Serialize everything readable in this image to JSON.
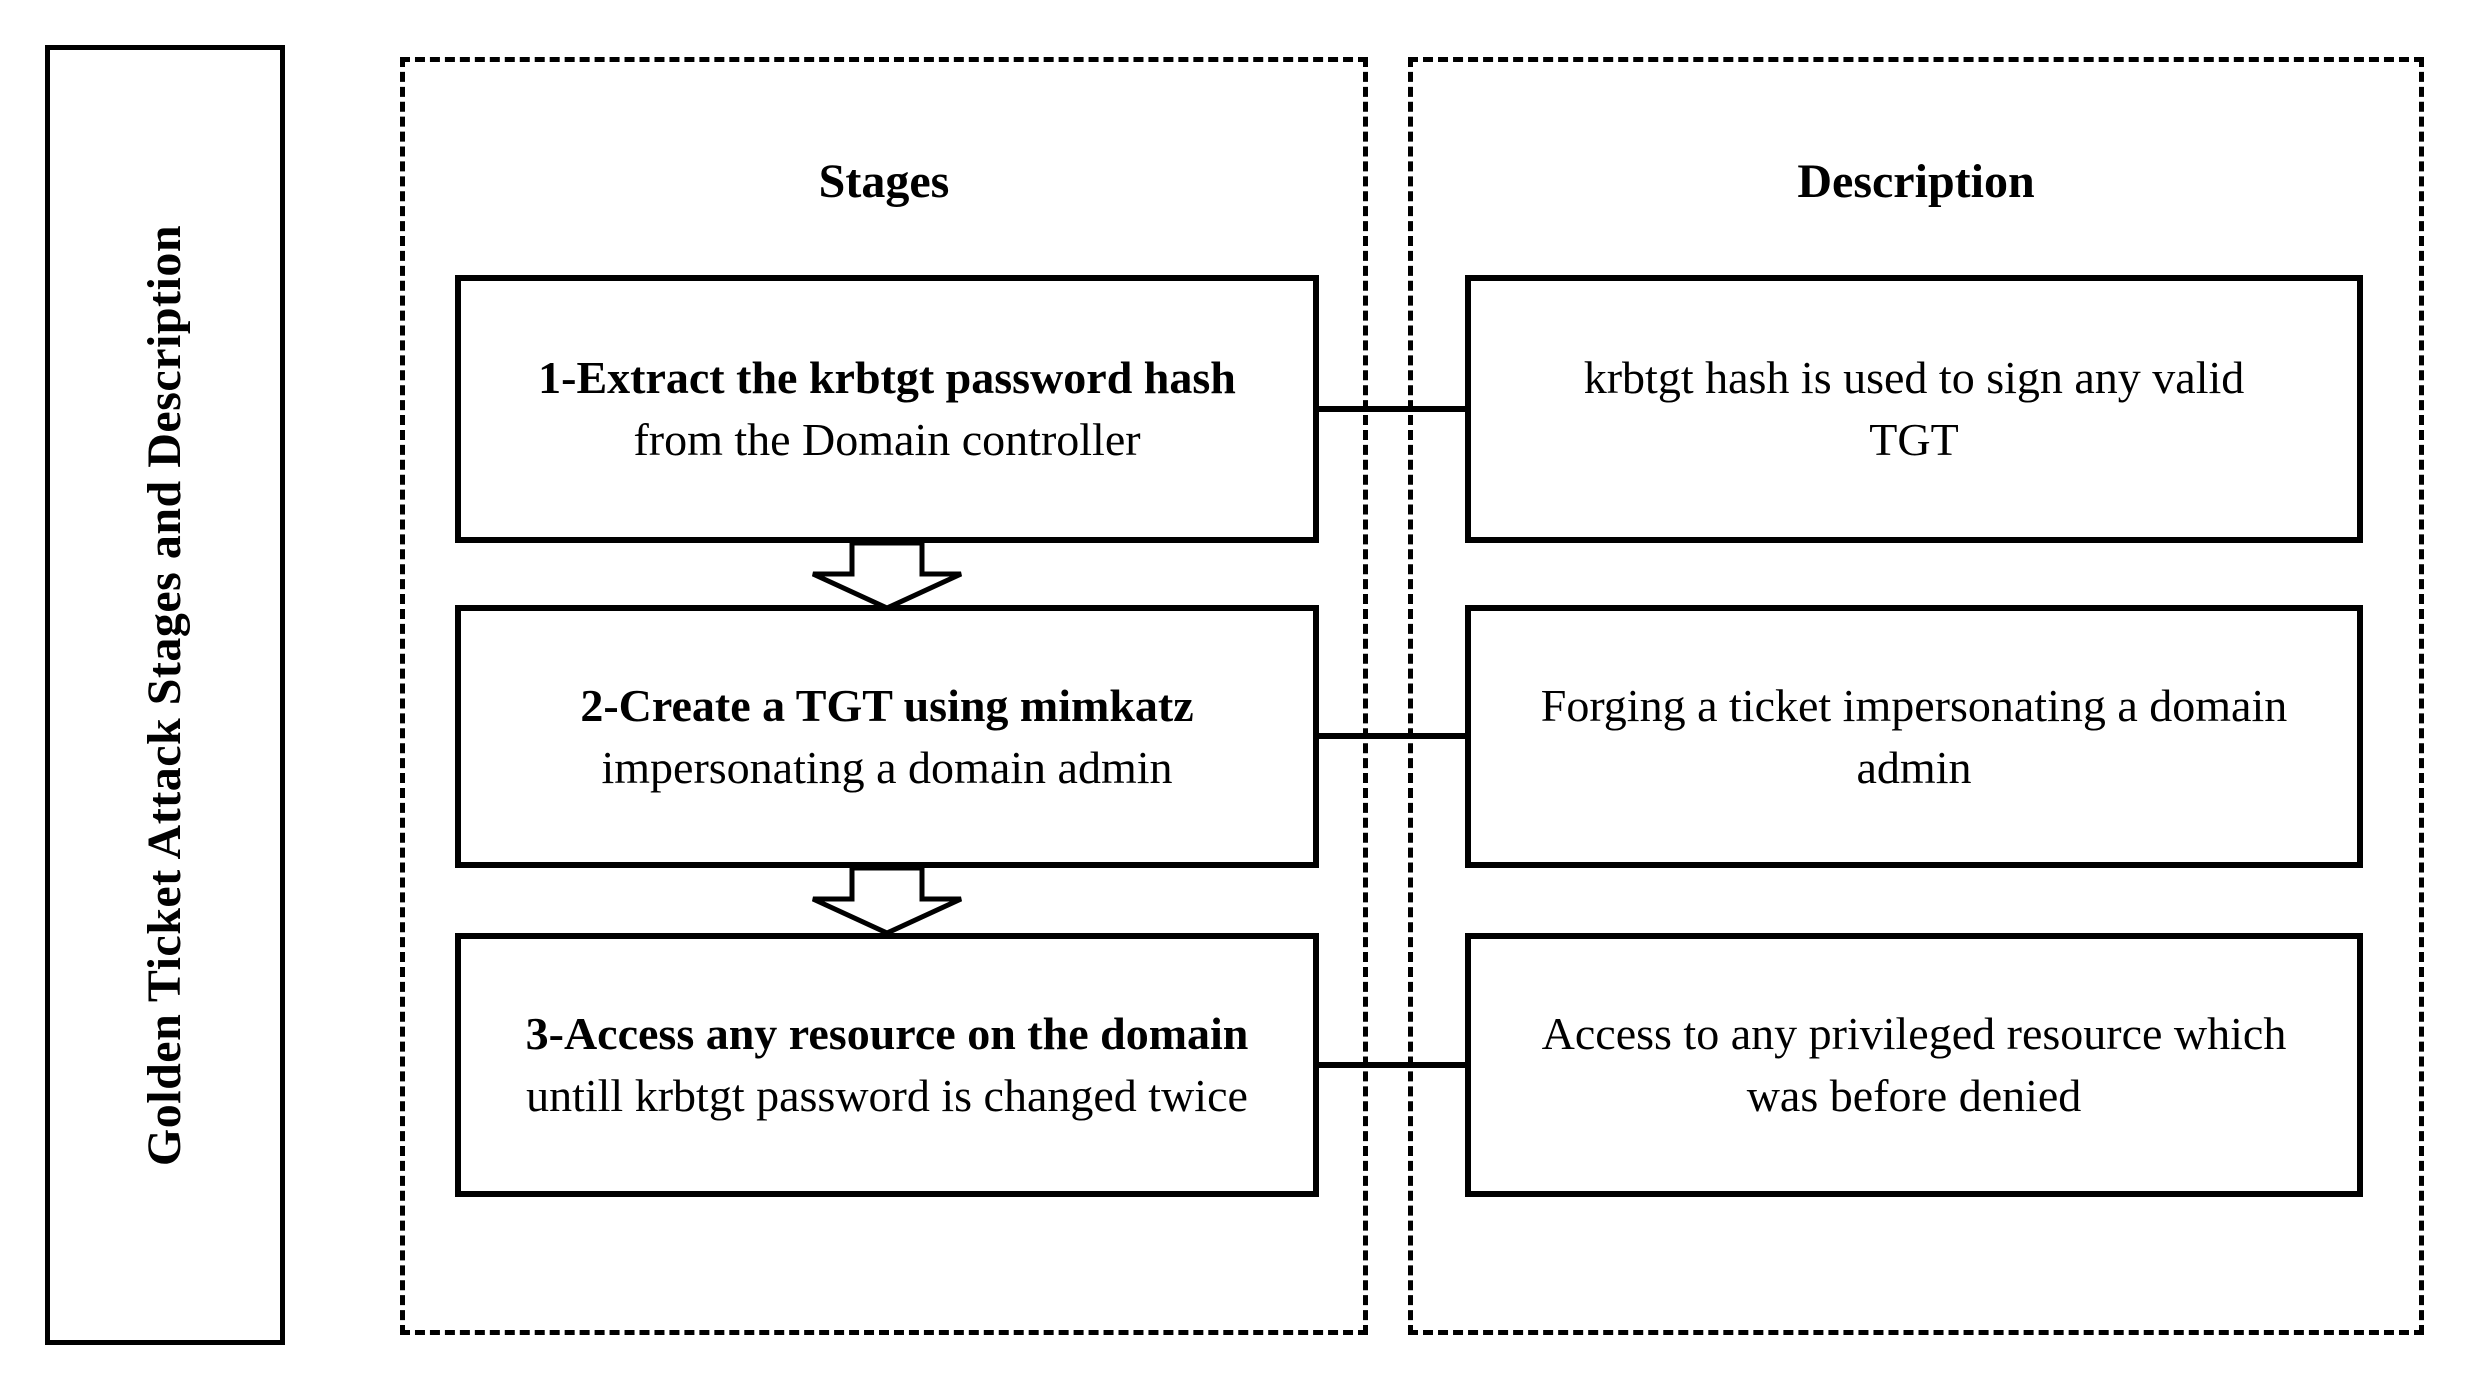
{
  "sidebar": {
    "title": "Golden Ticket Attack Stages and Description"
  },
  "stages_panel": {
    "header": "Stages",
    "stages": [
      {
        "title": "1-Extract the krbtgt password hash",
        "subtitle": "from the Domain controller"
      },
      {
        "title": "2-Create a TGT using mimkatz",
        "subtitle": "impersonating a domain admin"
      },
      {
        "title": "3-Access any resource on the domain",
        "subtitle": "untill krbtgt password is changed twice"
      }
    ]
  },
  "description_panel": {
    "header": "Description",
    "descriptions": [
      {
        "text": "krbtgt hash is used to sign any valid TGT"
      },
      {
        "text": "Forging a ticket impersonating a domain admin"
      },
      {
        "text": "Access to any privileged resource which was before denied"
      }
    ]
  },
  "colors": {
    "line": "#000000",
    "background": "#ffffff"
  }
}
